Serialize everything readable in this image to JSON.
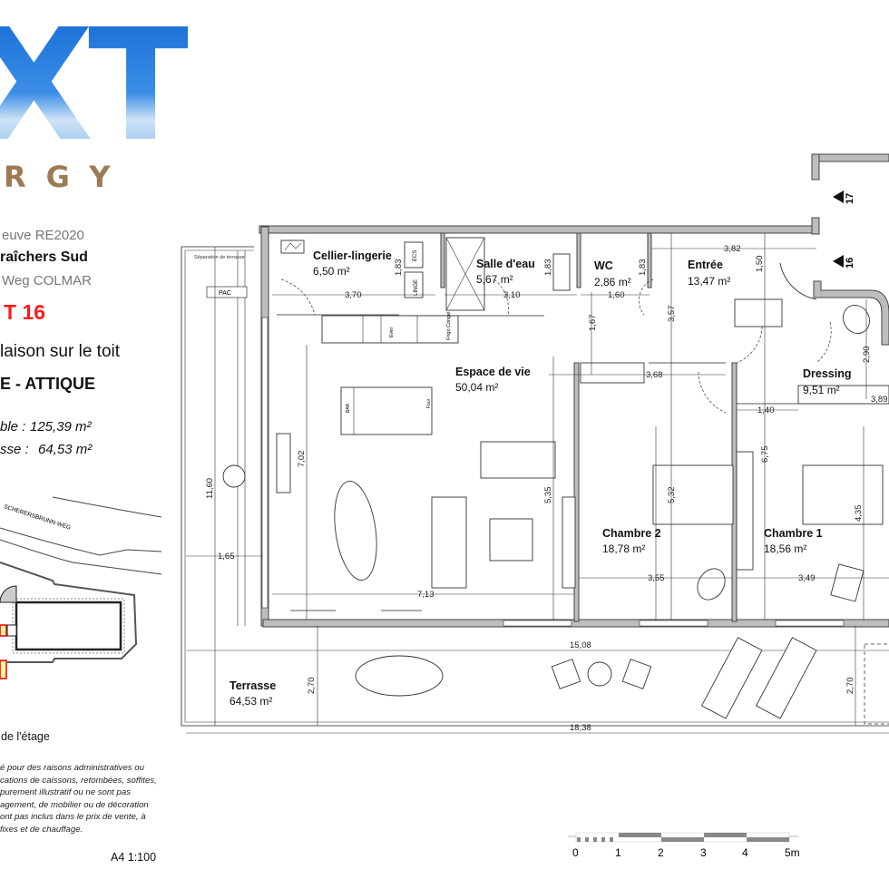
{
  "logo": {
    "letters": "XT",
    "subletters": "RGY",
    "colors": {
      "sky": "#1a6fd8",
      "honey": "#e0a820",
      "brown": "#9c7b54"
    }
  },
  "project": {
    "line1": "euve RE2020",
    "line2": "raîchers Sud",
    "line3": "Weg COLMAR",
    "lot": "T 16",
    "lot_color": "#ff0000",
    "type": "laison sur le toit",
    "level": "E - ATTIQUE",
    "surfaces": [
      {
        "label": "ble :",
        "value": "125,39 m²"
      },
      {
        "label": "sse :",
        "value": "64,53 m²"
      }
    ]
  },
  "situation": {
    "street": "SCHERERSBRUNN-WEG",
    "caption": "de l'étage"
  },
  "disclaimer": [
    "é pour des raisons administratives ou",
    "cations de caissons, retombées, soffites,",
    "purement illustratif ou ne sont pas",
    "agement, de mobilier ou de décoration",
    "ont pas inclus dans le prix de vente, à",
    "fixes et de chauffage."
  ],
  "format": "A4 1:100",
  "rooms": [
    {
      "name": "Cellier-lingerie",
      "area": "6,50 m²"
    },
    {
      "name": "Salle d'eau",
      "area": "5,67 m²"
    },
    {
      "name": "WC",
      "area": "2,86 m²"
    },
    {
      "name": "Entrée",
      "area": "13,47 m²"
    },
    {
      "name": "Espace de vie",
      "area": "50,04 m²"
    },
    {
      "name": "Dressing",
      "area": "9,51 m²"
    },
    {
      "name": "Chambre 2",
      "area": "18,78 m²"
    },
    {
      "name": "Chambre 1",
      "area": "18,56 m²"
    },
    {
      "name": "Terrasse",
      "area": "64,53 m²"
    }
  ],
  "dimensions": [
    "3,70",
    "1,83",
    "3,10",
    "1,83",
    "1,60",
    "1,83",
    "3,82",
    "1,50",
    "3,57",
    "1,67",
    "3,68",
    "1,40",
    "3,89",
    "2,90",
    "7,02",
    "5,35",
    "5,32",
    "6,75",
    "4,35",
    "3,55",
    "3,49",
    "7,13",
    "11,60",
    "1,65",
    "15,08",
    "18,38",
    "2,70",
    "2,70"
  ],
  "labels": {
    "terrace_separation": "Séparation de terrasse",
    "pac": "PAC",
    "ecs": "ECS",
    "linge": "LINGE",
    "frigo": "Frigo Congel",
    "four": "Four",
    "bar": "BAR",
    "evier": "Evier"
  },
  "stairs": [
    "17",
    "16"
  ],
  "scale_bar": {
    "ticks": [
      "0",
      "1",
      "2",
      "3",
      "4",
      "5m"
    ]
  }
}
